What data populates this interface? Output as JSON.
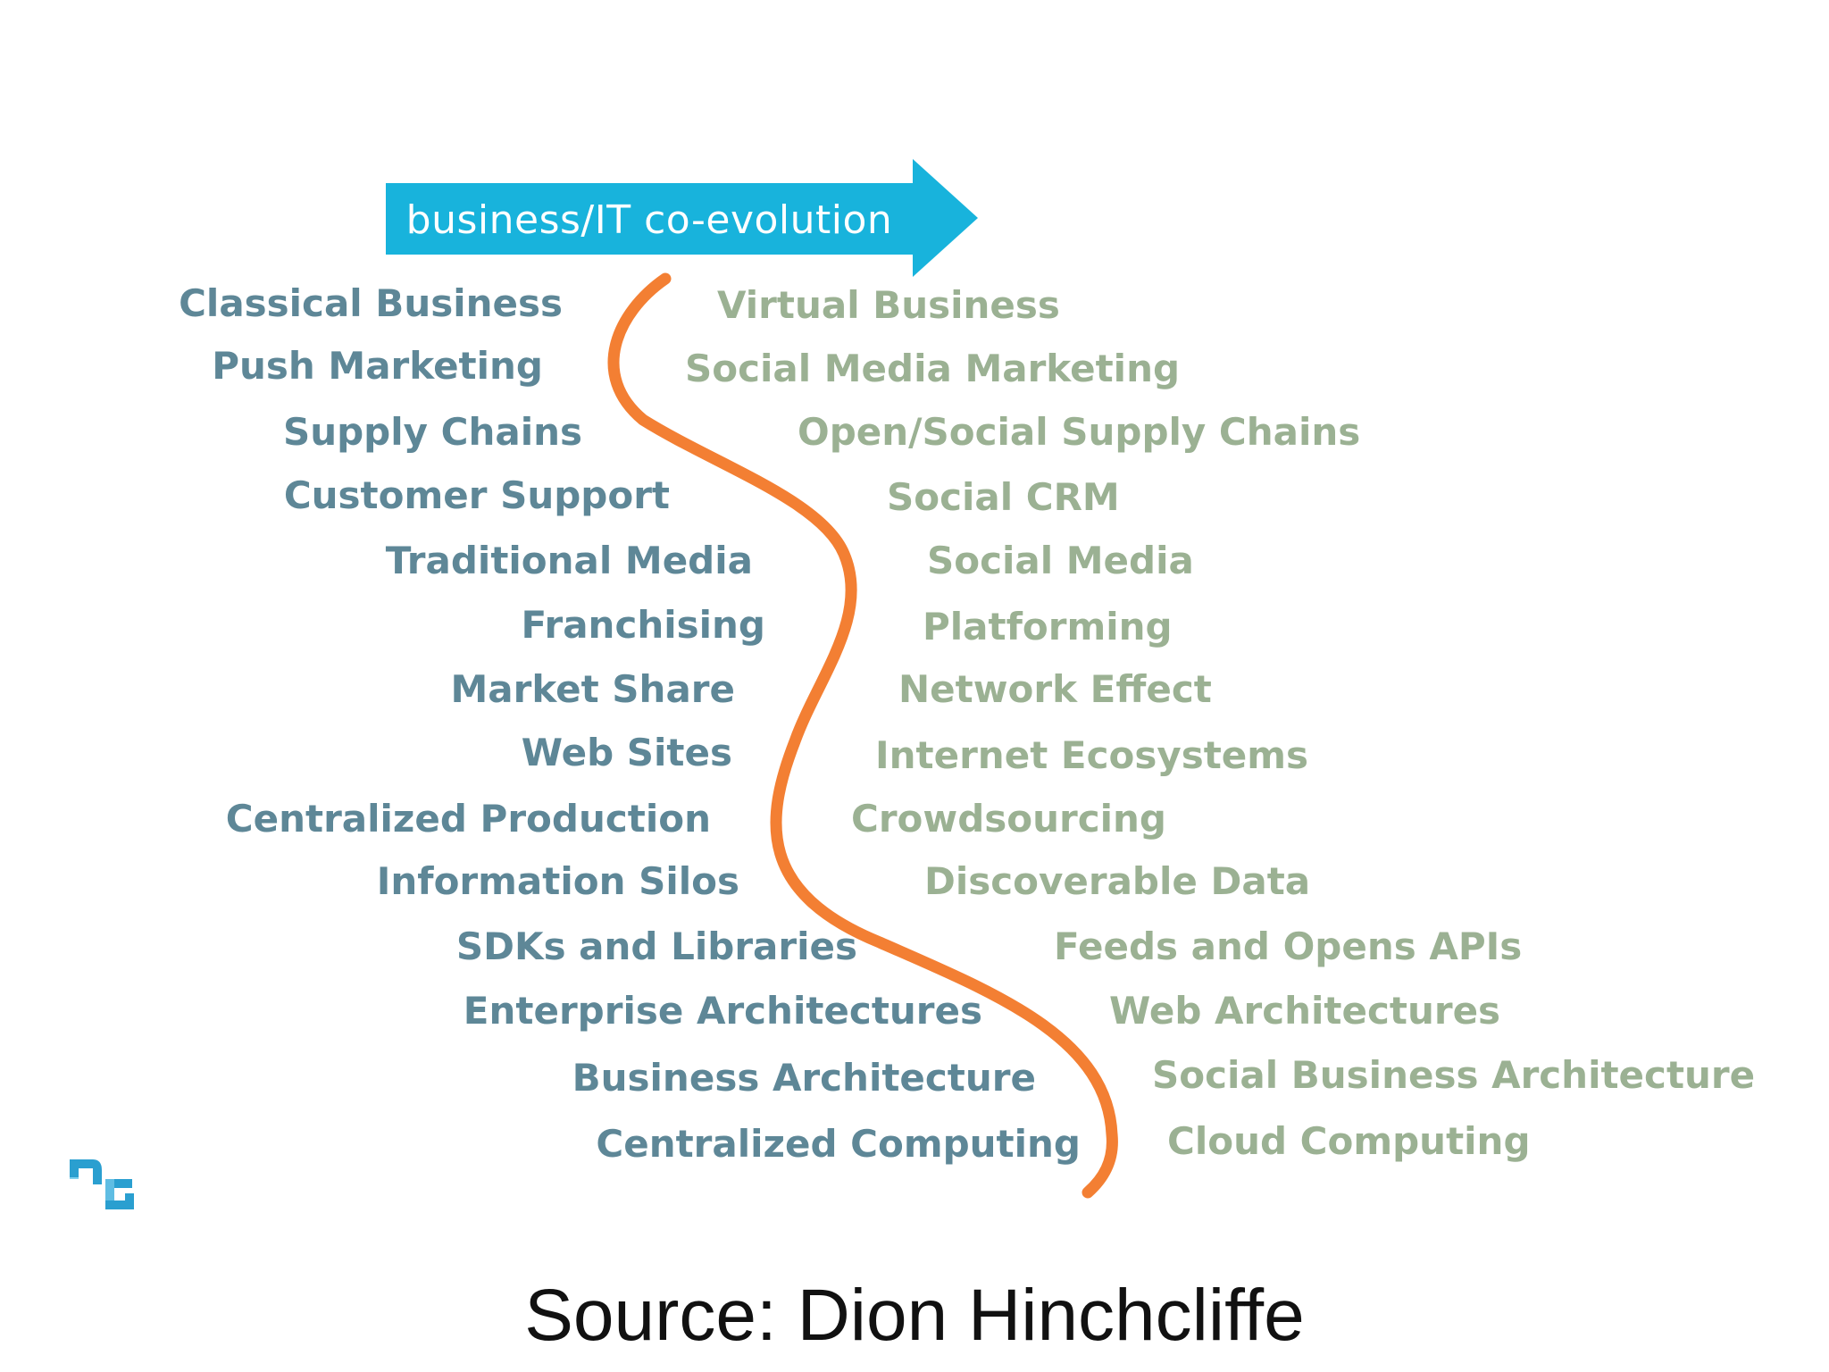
{
  "header": {
    "arrow_label": "business/IT co-evolution"
  },
  "left_items": [
    "Classical Business",
    "Push Marketing",
    "Supply Chains",
    "Customer Support",
    "Traditional Media",
    "Franchising",
    "Market Share",
    "Web Sites",
    "Centralized Production",
    "Information Silos",
    "SDKs and Libraries",
    "Enterprise Architectures",
    "Business Architecture",
    "Centralized Computing"
  ],
  "right_items": [
    "Virtual Business",
    "Social Media Marketing",
    "Open/Social Supply Chains",
    "Social CRM",
    "Social Media",
    "Platforming",
    "Network Effect",
    "Internet Ecosystems",
    "Crowdsourcing",
    "Discoverable Data",
    "Feeds and Opens APIs",
    "Web Architectures",
    "Social Business Architecture",
    "Cloud Computing"
  ],
  "footer": {
    "source": "Source: Dion Hinchcliffe"
  },
  "colors": {
    "arrow": "#18b3dc",
    "divider_curve": "#f37f33",
    "left_text": "#5e8797",
    "right_text": "#9bb193",
    "logo": "#2a9fd0"
  },
  "icons": {
    "logo": "dg-logo-icon"
  }
}
